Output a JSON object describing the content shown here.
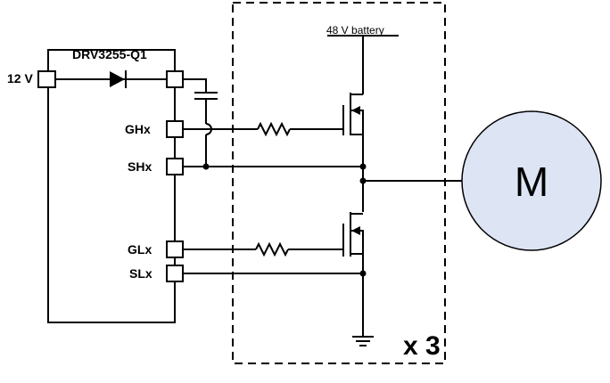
{
  "labels": {
    "chip": "DRV3255-Q1",
    "supply_in": "12 V",
    "battery": "48 V battery",
    "pin_ghx": "GHx",
    "pin_shx": "SHx",
    "pin_glx": "GLx",
    "pin_slx": "SLx",
    "motor": "M",
    "multiplier": "x 3"
  },
  "colors": {
    "motor_fill": "#dde4f4",
    "line": "#000000"
  }
}
